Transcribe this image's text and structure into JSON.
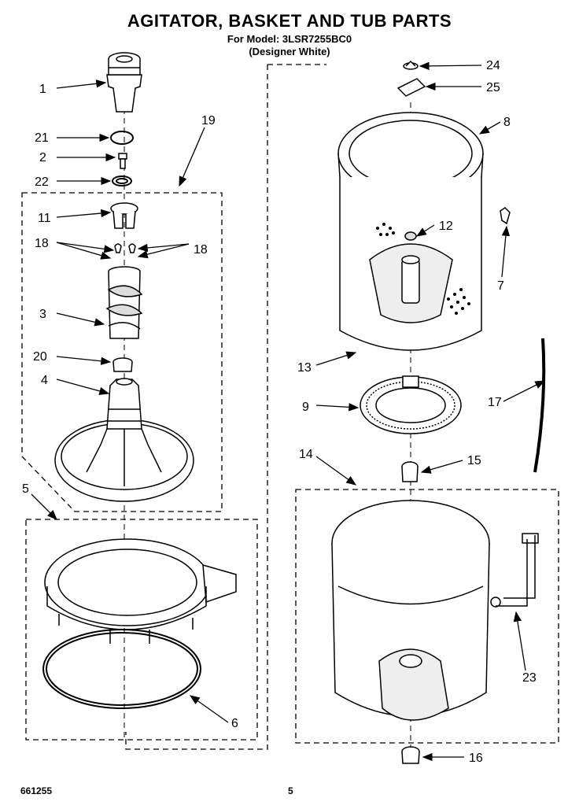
{
  "title": "AGITATOR, BASKET AND TUB PARTS",
  "model_line": "For Model: 3LSR7255BC0",
  "color_line": "(Designer White)",
  "footer_code": "661255",
  "page_number": "5",
  "callouts": {
    "c1": "1",
    "c21": "21",
    "c2": "2",
    "c22": "22",
    "c19": "19",
    "c11": "11",
    "c18a": "18",
    "c18b": "18",
    "c3": "3",
    "c20": "20",
    "c4": "4",
    "c5": "5",
    "c6": "6",
    "c24": "24",
    "c25": "25",
    "c8": "8",
    "c12": "12",
    "c7": "7",
    "c13": "13",
    "c17": "17",
    "c9": "9",
    "c14": "14",
    "c15": "15",
    "c23": "23",
    "c16": "16"
  }
}
